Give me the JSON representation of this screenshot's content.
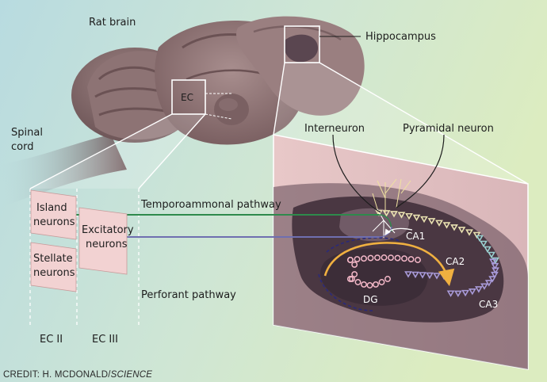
{
  "labels": {
    "rat_brain": "Rat brain",
    "ec": "EC",
    "hippocampus": "Hippocampus",
    "spinal": "Spinal",
    "cord": "cord",
    "interneuron": "Interneuron",
    "pyramidal_neuron": "Pyramidal neuron",
    "island_line1": "Island",
    "island_line2": "neurons",
    "stellate_line1": "Stellate",
    "stellate_line2": "neurons",
    "excitatory_line1": "Excitatory",
    "excitatory_line2": "neurons",
    "temporoammonal_pathway": "Temporoammonal pathway",
    "perforant_pathway": "Perforant pathway",
    "ca1": "CA1",
    "ca2": "CA2",
    "ca3": "CA3",
    "dg": "DG",
    "ec_ii": "EC II",
    "ec_iii": "EC III"
  },
  "credit": {
    "prefix": "CREDIT: H. MCDONALD/",
    "source": "SCIENCE"
  },
  "colors": {
    "background_left": "#bcdde0",
    "background_right": "#dcecc4",
    "brain": "#8a6f6f",
    "panel_pink": "#e3c2c2",
    "hippocampus_dark": "#4a3a44",
    "temporoammonal_line": "#2e8a4c",
    "excitatory_line": "#6f6fb0",
    "perforant_line": "#d6452e",
    "perforant_arrow": "#f0b040",
    "ca1_cells": "#e8e0b0",
    "ca2_cells": "#9ad0d0",
    "ca3_cells": "#a89ad8",
    "dg_cells": "#f4b8c8"
  }
}
